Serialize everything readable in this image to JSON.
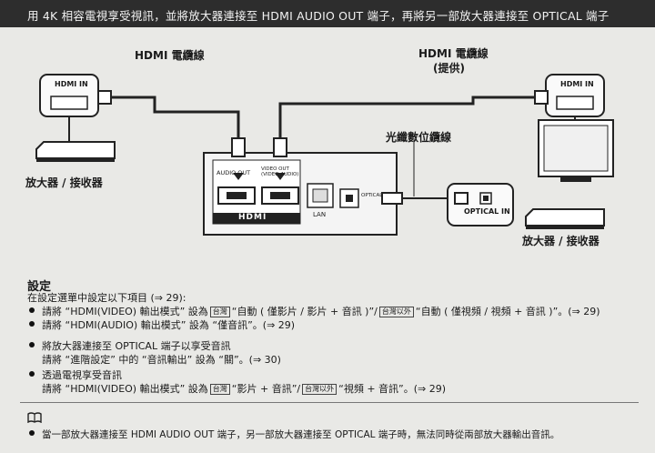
{
  "header": {
    "text": "用 4K 相容電視享受視訊，並將放大器連接至 HDMI AUDIO OUT 端子，再將另一部放大器連接至 OPTICAL 端子"
  },
  "diagram": {
    "cable_left": "HDMI 電纜線",
    "cable_right": "HDMI 電纜線",
    "cable_right_note": "(提供)",
    "optical_cable": "光纖數位纜線",
    "amp_left": "放大器 / 接收器",
    "amp_right": "放大器 / 接收器",
    "hdmi_in_left": "HDMI IN",
    "hdmi_in_right": "HDMI IN",
    "audio_out": "AUDIO OUT",
    "video_out": "VIDEO OUT (VIDEO·AUDIO)",
    "hdmi_logo": "HDMI",
    "lan": "LAN",
    "optical_in": "OPTICAL IN",
    "optical_port": "OPTICAL"
  },
  "settings": {
    "heading": "設定",
    "intro": "在設定選單中設定以下項目 (⇒ 29):",
    "items": [
      {
        "pre": "請將 “HDMI(VIDEO) 輸出模式” 設為",
        "sym1": "台灣",
        "mid": "“自動 ( 僅影片 / 影片 + 音訊 )”/",
        "sym2": "台灣以外",
        "post": "“自動 ( 僅視頻 / 視頻 + 音訊 )”。(⇒ 29)"
      },
      {
        "pre": "請將 “HDMI(AUDIO) 輸出模式” 設為 “僅音訊”。(⇒ 29)"
      }
    ],
    "optical": {
      "title": "將放大器連接至 OPTICAL 端子以享受音訊",
      "line": "請將 “進階設定” 中的 “音訊輸出” 設為 “關”。(⇒ 30)"
    },
    "tv": {
      "title": "透過電視享受音訊",
      "pre": "請將 “HDMI(VIDEO) 輸出模式” 設為",
      "sym1": "台灣",
      "mid": "“影片 + 音訊”/",
      "sym2": "台灣以外",
      "post": "“視頻 + 音訊”。(⇒ 29)"
    }
  },
  "note": {
    "icon": "book-icon",
    "text": "當一部放大器連接至 HDMI AUDIO OUT 端子，另一部放大器連接至 OPTICAL 端子時，無法同時從兩部放大器輸出音訊。"
  }
}
